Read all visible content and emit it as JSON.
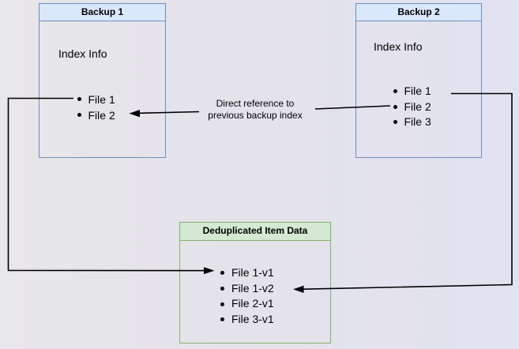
{
  "colors": {
    "canvas_left": "#e8e7e9",
    "canvas_right": "#e2e2f1",
    "blue_header_fill": "#dae8fc",
    "blue_border": "#6c8ebf",
    "green_header_fill": "#d5e8d4",
    "green_border": "#82b366",
    "line_color": "#000000",
    "text_color": "#000000"
  },
  "icons": {
    "bullet": "filled-dot"
  },
  "backup1": {
    "title": "Backup 1",
    "section_label": "Index Info",
    "files": [
      "File 1",
      "File 2"
    ]
  },
  "backup2": {
    "title": "Backup 2",
    "section_label": "Index Info",
    "files": [
      "File 1",
      "File 2",
      "File 3"
    ]
  },
  "dedup": {
    "title": "Deduplicated Item Data",
    "files": [
      "File 1-v1",
      "File 1-v2",
      "File 2-v1",
      "File 3-v1"
    ]
  },
  "edge_label": {
    "line1": "Direct reference to",
    "line2": "previous backup index"
  }
}
